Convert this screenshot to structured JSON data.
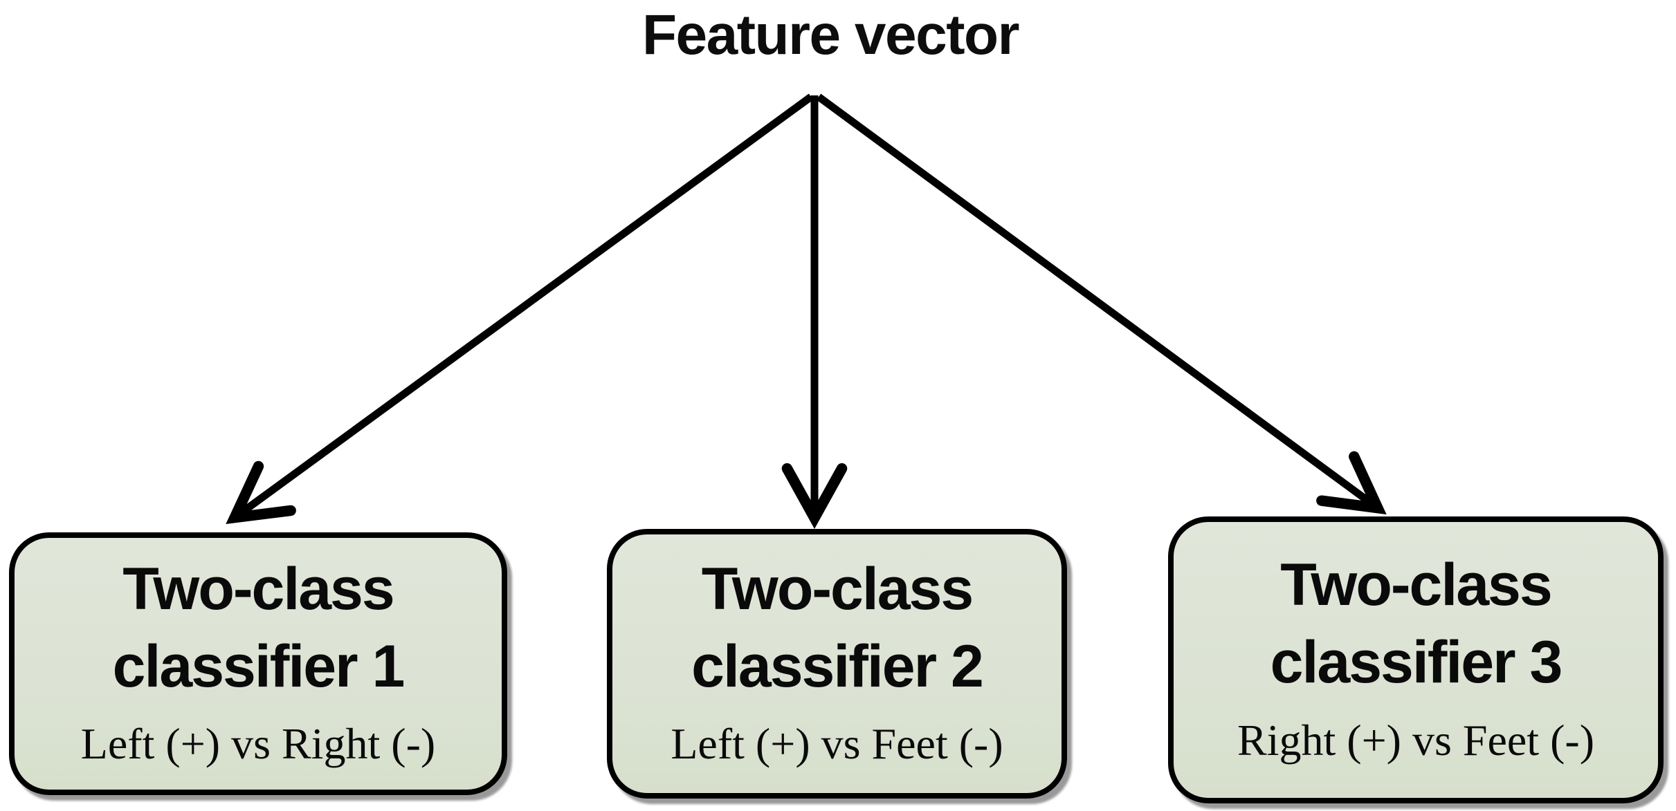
{
  "diagram": {
    "title": "Feature vector",
    "boxes": [
      {
        "title_line1": "Two-class",
        "title_line2": "classifier 1",
        "subtitle": "Left (+) vs Right (-)"
      },
      {
        "title_line1": "Two-class",
        "title_line2": "classifier 2",
        "subtitle": "Left (+) vs Feet (-)"
      },
      {
        "title_line1": "Two-class",
        "title_line2": "classifier 3",
        "subtitle": "Right (+) vs Feet (-)"
      }
    ],
    "colors": {
      "background": "#ffffff",
      "box_fill": "#dce3d4",
      "box_border": "#000000",
      "arrow": "#000000",
      "text": "#0a0a0a"
    }
  }
}
